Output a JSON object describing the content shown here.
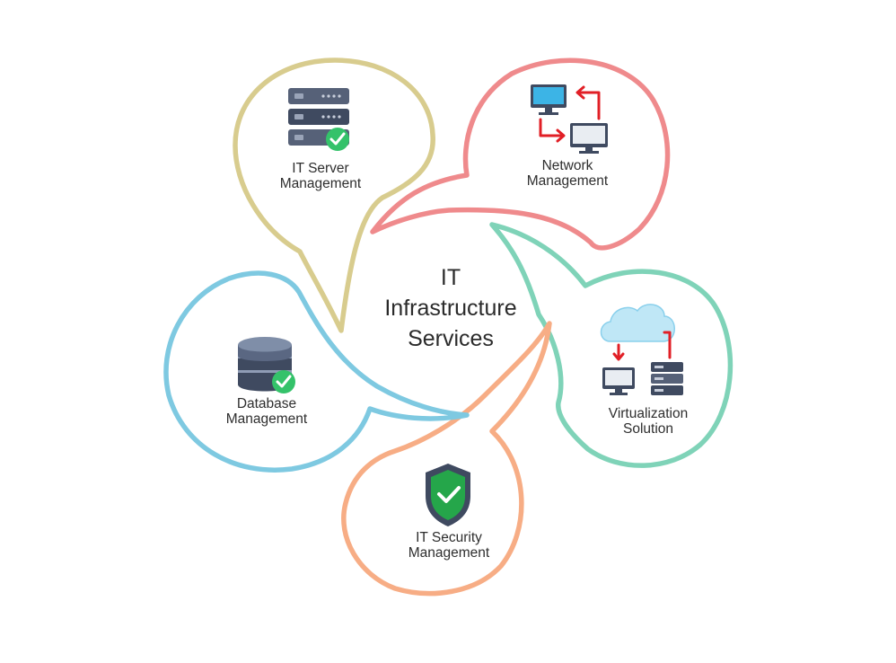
{
  "center": {
    "line1": "IT",
    "line2": "Infrastructure",
    "line3": "Services"
  },
  "services": [
    {
      "id": "server",
      "line1": "IT Server",
      "line2": "Management",
      "icon": "server-rack-check-icon",
      "color": "#d8cc8e"
    },
    {
      "id": "network",
      "line1": "Network",
      "line2": "Management",
      "icon": "network-monitors-icon",
      "color": "#ef8a8c"
    },
    {
      "id": "virtualization",
      "line1": "Virtualization",
      "line2": "Solution",
      "icon": "cloud-virtualization-icon",
      "color": "#7fd3b8"
    },
    {
      "id": "security",
      "line1": "IT Security",
      "line2": "Management",
      "icon": "shield-check-icon",
      "color": "#f7ad85"
    },
    {
      "id": "database",
      "line1": "Database",
      "line2": "Management",
      "icon": "database-check-icon",
      "color": "#7ec9e1"
    }
  ],
  "accents": {
    "check_green": "#34c26a",
    "arrow_red": "#e11f26",
    "icon_dark": "#3f4a60",
    "screen_blue": "#3cb4e6",
    "shield_green": "#25a64a"
  }
}
